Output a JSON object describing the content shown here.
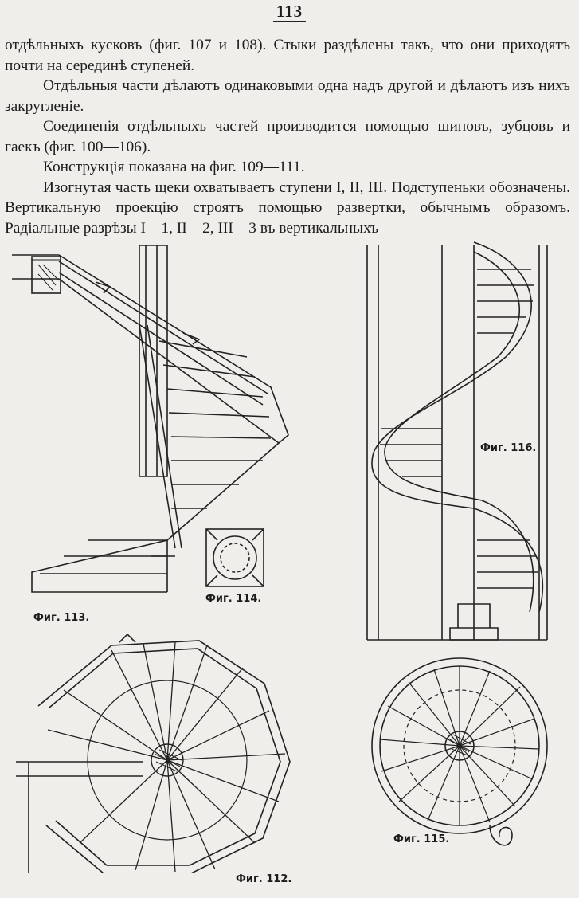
{
  "page": {
    "number": "113"
  },
  "body_text": {
    "p1": "отдѣльныхъ кусковъ (фиг. 107 и 108). Стыки раздѣлены такъ, что они приходятъ почти на серединѣ ступеней.",
    "p2": "Отдѣльныя части дѣлаютъ одинаковыми одна надъ другой и дѣлаютъ изъ нихъ закругленіе.",
    "p3": "Соединенія отдѣльныхъ частей производится помощью шиповъ, зубцовъ и гаекъ (фиг. 100—106).",
    "p4": "Конструкція показана на фиг. 109—111.",
    "p5": "Изогнутая часть щеки охватываетъ ступени I, II, III. Подступеньки обозначены. Вертикальную проекцію строятъ помощью развертки, обычнымъ образомъ. Радіальные разрѣзы I—1, II—2, III—3 въ вертикальныхъ"
  },
  "figures": {
    "fig113": "Фиг. 113.",
    "fig114": "Фиг. 114.",
    "fig116": "Фиг. 116.",
    "fig112": "Фиг. 112.",
    "fig115": "Фиг. 115."
  },
  "colors": {
    "paper": "#efeeea",
    "ink": "#1c1c1c"
  }
}
